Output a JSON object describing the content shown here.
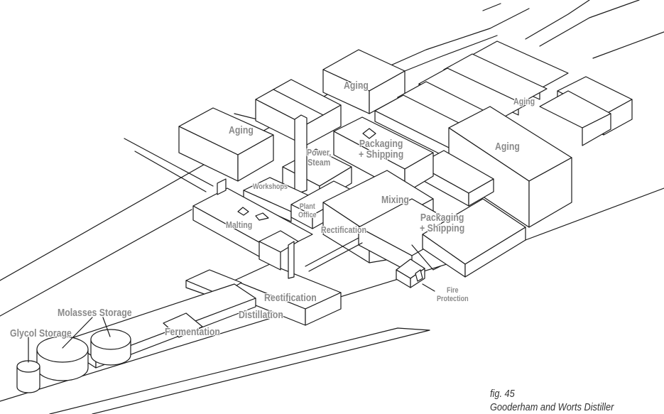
{
  "labels": {
    "aging_top": "Aging",
    "aging_left": "Aging",
    "aging_right_small": "Aging",
    "aging_right_big": "Aging",
    "packaging_shipping_top": "Packaging\n+ Shipping",
    "packaging_shipping_bottom": "Packaging\n+ Shipping",
    "power_steam": "Power,\nSteam",
    "workshops": "Workshops",
    "plant_office": "Plant\nOffice",
    "mixing": "Mixing",
    "malting": "Malting",
    "rectification_mid": "Rectification",
    "rectification_low": "Rectification",
    "distillation": "Distillation",
    "fermentation": "Fermentation",
    "fire_protection": "Fire\nProtection",
    "molasses_storage": "Molasses Storage",
    "glycol_storage": "Glycol Storage"
  },
  "caption": {
    "fig": "fig. 45",
    "title": "Gooderham and Worts Distiller"
  }
}
